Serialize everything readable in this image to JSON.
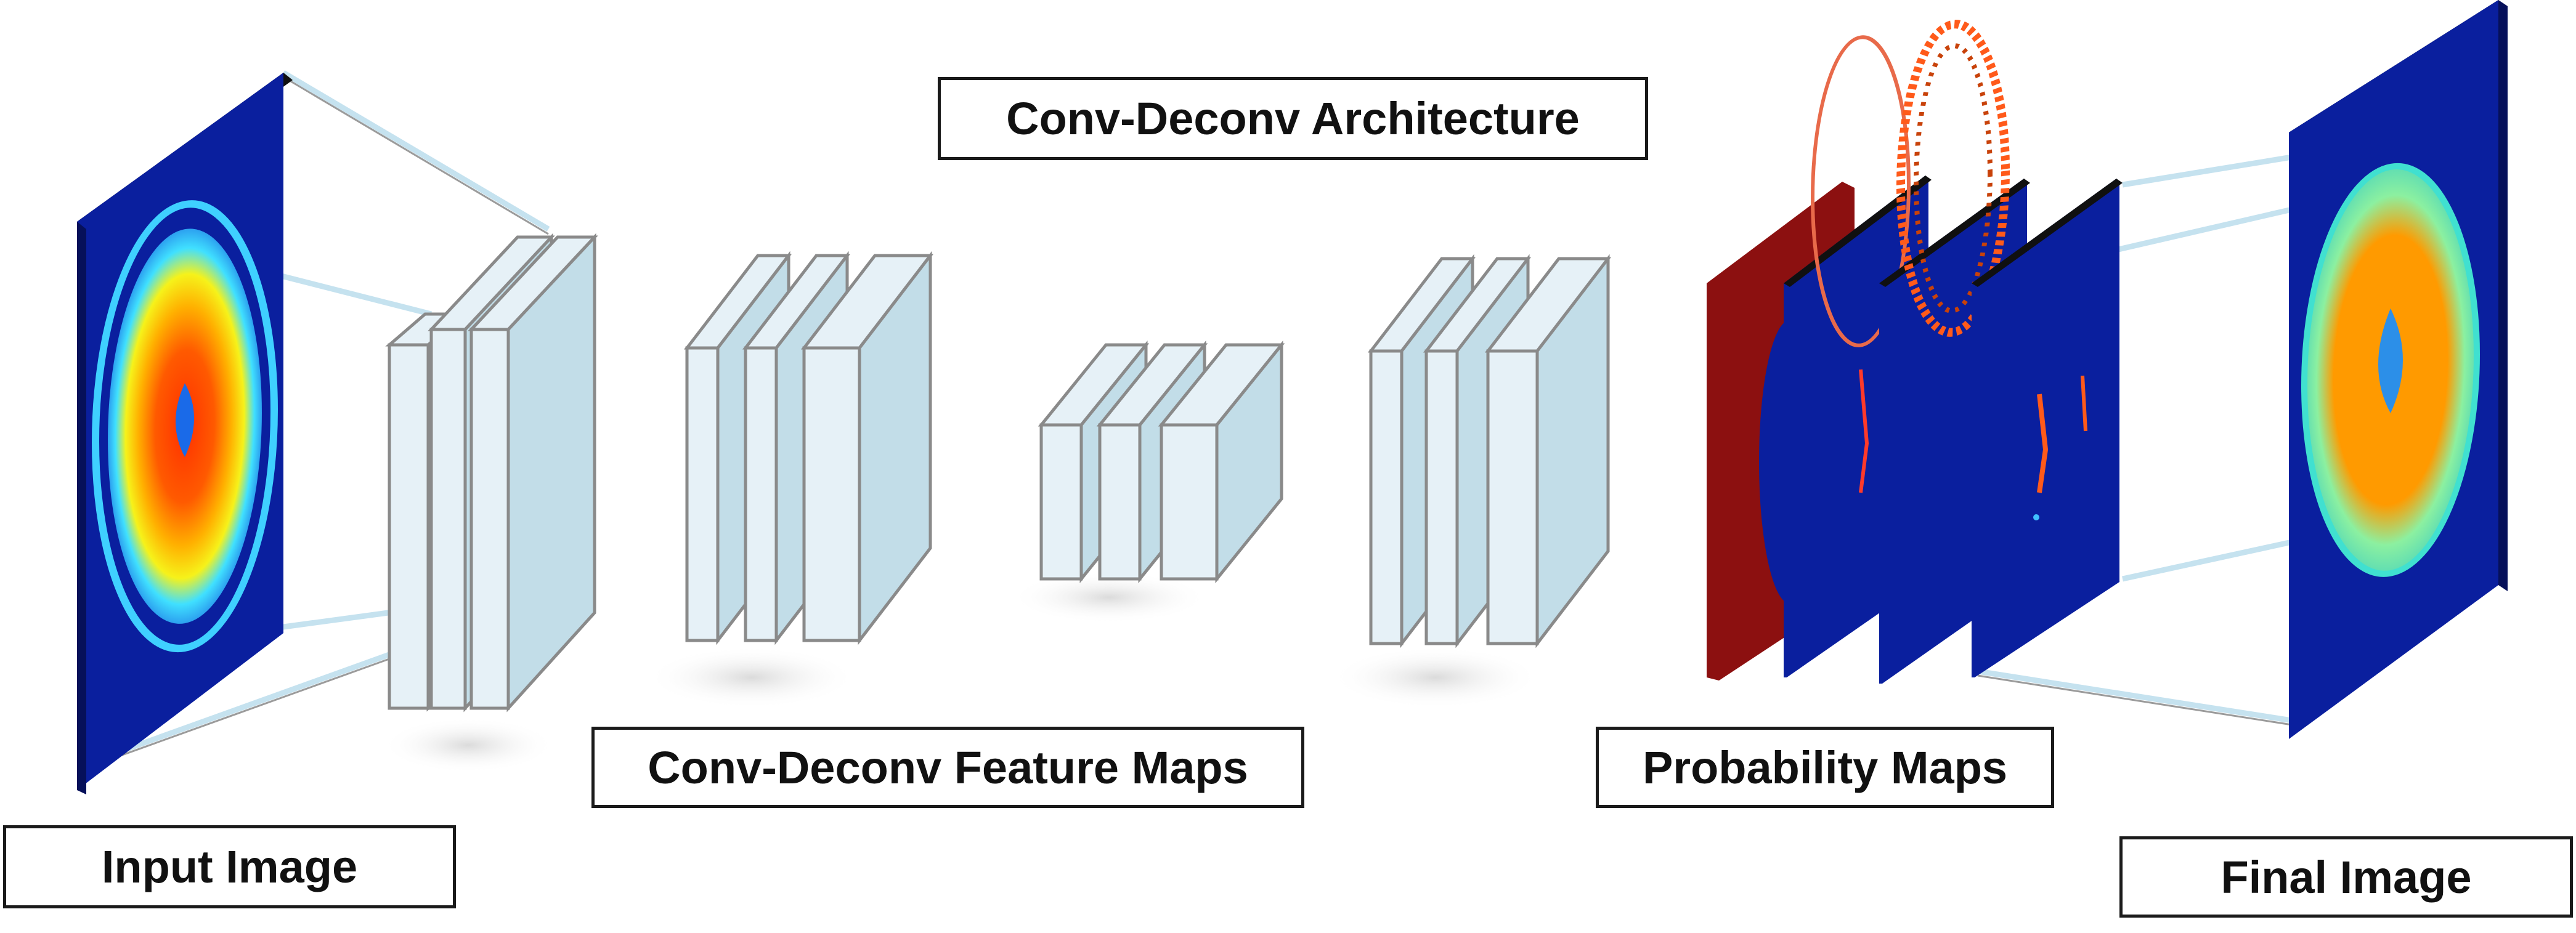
{
  "labels": {
    "title": "Conv-Deconv Architecture",
    "feature_maps": "Conv-Deconv Feature Maps",
    "probability_maps": "Probability Maps",
    "input_image": "Input Image",
    "final_image": "Final Image"
  },
  "colors": {
    "background": "#ffffff",
    "feature_map_front": "#e6f1f7",
    "feature_map_face": "#c2dde8",
    "feature_map_outline": "#8a8a8a",
    "scan_background": "#0a1f9e",
    "probability_map_red": "#8c1010",
    "csf_blue": "#2c8fe8",
    "gray_matter_orange": "#ff9a00",
    "white_matter_green": "#8cf0a0",
    "connector_line": "#c5e2ef",
    "label_border": "#1a1a1a"
  }
}
